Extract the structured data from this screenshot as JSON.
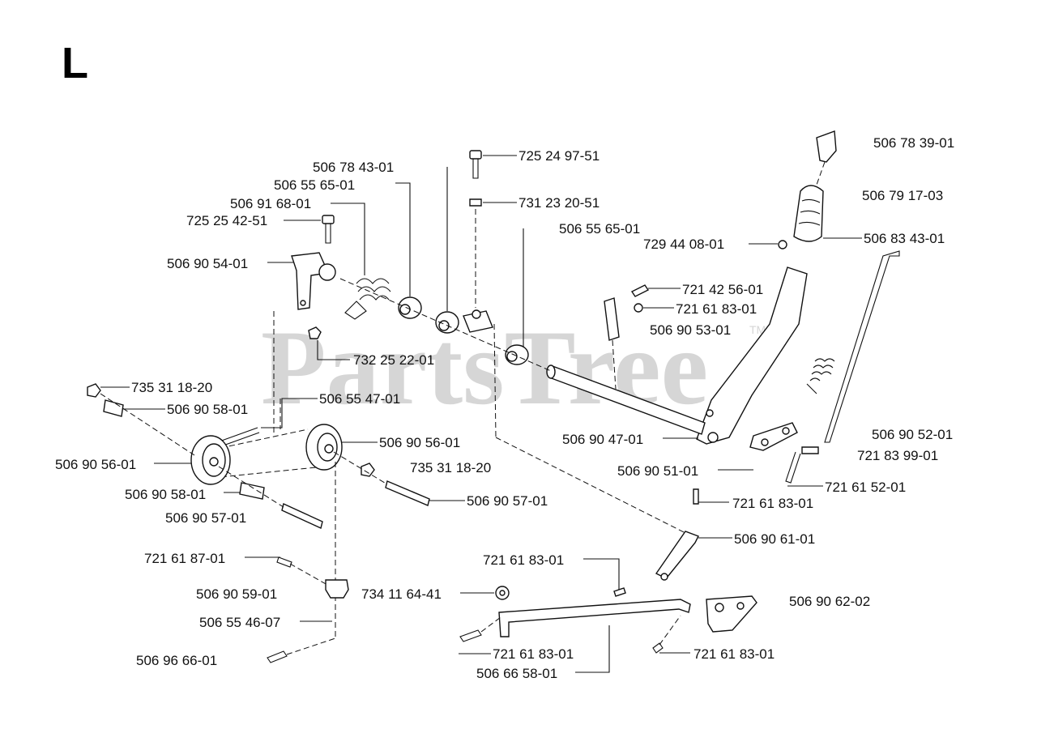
{
  "section_letter": "L",
  "watermark": {
    "text": "PartsTree",
    "tm": "TM"
  },
  "part_labels": [
    "506 78 39-01",
    "506 79 17-03",
    "506 83 43-01",
    "729 44 08-01",
    "725 24 97-51",
    "731 23 20-51",
    "506 55 65-01",
    "506 78 43-01",
    "506 55 65-01",
    "506 91 68-01",
    "725 25 42-51",
    "506 90 54-01",
    "732 25 22-01",
    "721 42 56-01",
    "721 61 83-01",
    "506 90 53-01",
    "735 31 18-20",
    "506 90 58-01",
    "506 55 47-01",
    "506 90 56-01",
    "506 90 56-01",
    "735 31 18-20",
    "506 90 58-01",
    "506 90 57-01",
    "506 90 57-01",
    "506 90 47-01",
    "506 90 52-01",
    "721 83 99-01",
    "506 90 51-01",
    "721 61 52-01",
    "721 61 83-01",
    "506 90 61-01",
    "721 61 87-01",
    "721 61 83-01",
    "506 90 62-02",
    "506 90 59-01",
    "734 11 64-41",
    "506 55 46-07",
    "721 61 83-01",
    "721 61 83-01",
    "506 96 66-01",
    "506 66 58-01"
  ]
}
